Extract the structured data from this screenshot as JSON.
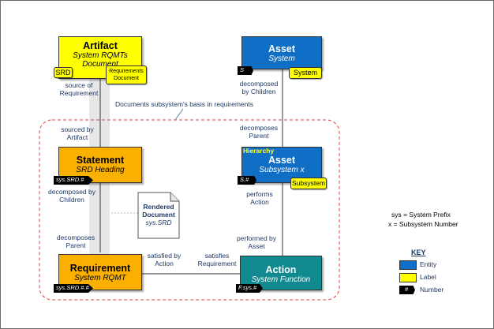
{
  "nodes": {
    "artifact": {
      "title": "Artifact",
      "subtitle": "System RQMTs Document"
    },
    "asset_top": {
      "title": "Asset",
      "subtitle": "System"
    },
    "statement": {
      "title": "Statement",
      "subtitle": "SRD Heading"
    },
    "asset_sub": {
      "title": "Asset",
      "subtitle": "Subsystem x",
      "tag": "Hierarchy"
    },
    "requirement": {
      "title": "Requirement",
      "subtitle": "System RQMT"
    },
    "action": {
      "title": "Action",
      "subtitle": "System Function"
    },
    "rendered_doc": {
      "title": "Rendered Document",
      "subtitle": "sys.SRD"
    }
  },
  "labels": {
    "srd": "SRD",
    "requirements_document": "Requirements Document",
    "system": "System",
    "subsystem": "Subsystem"
  },
  "numbers": {
    "asset_top": "S",
    "statement": "sys.SRD.#",
    "asset_sub": "S.#",
    "requirement": "sys.SRD.#.#",
    "action": "F.sys.#"
  },
  "relations": {
    "source_of": "source of Requirement",
    "sourced_by": "sourced by Artifact",
    "decomposed_by_1": "decomposed by Children",
    "decomposes_1": "decomposes Parent",
    "decomposed_by_2": "decomposed by Children",
    "decomposes_2": "decomposes Parent",
    "performs": "performs Action",
    "performed_by": "performed by Asset",
    "satisfied_by": "satisfied by Action",
    "satisfies": "satisfies Requirement"
  },
  "callout": "Documents subsystem's basis in requirements",
  "notes": {
    "sys_prefix": "sys = System Prefix",
    "x_subsystem": "x = Subsystem Number"
  },
  "key": {
    "title": "KEY",
    "entity": "Entity",
    "label": "Label",
    "number_symbol": "#",
    "number": "Number"
  },
  "colors": {
    "entity": "#0f6fc6",
    "requirement_entity": "#f9b000",
    "action_entity": "#108a8f",
    "label": "#ffff00",
    "number": "#000000",
    "boundary": "#e04040"
  }
}
